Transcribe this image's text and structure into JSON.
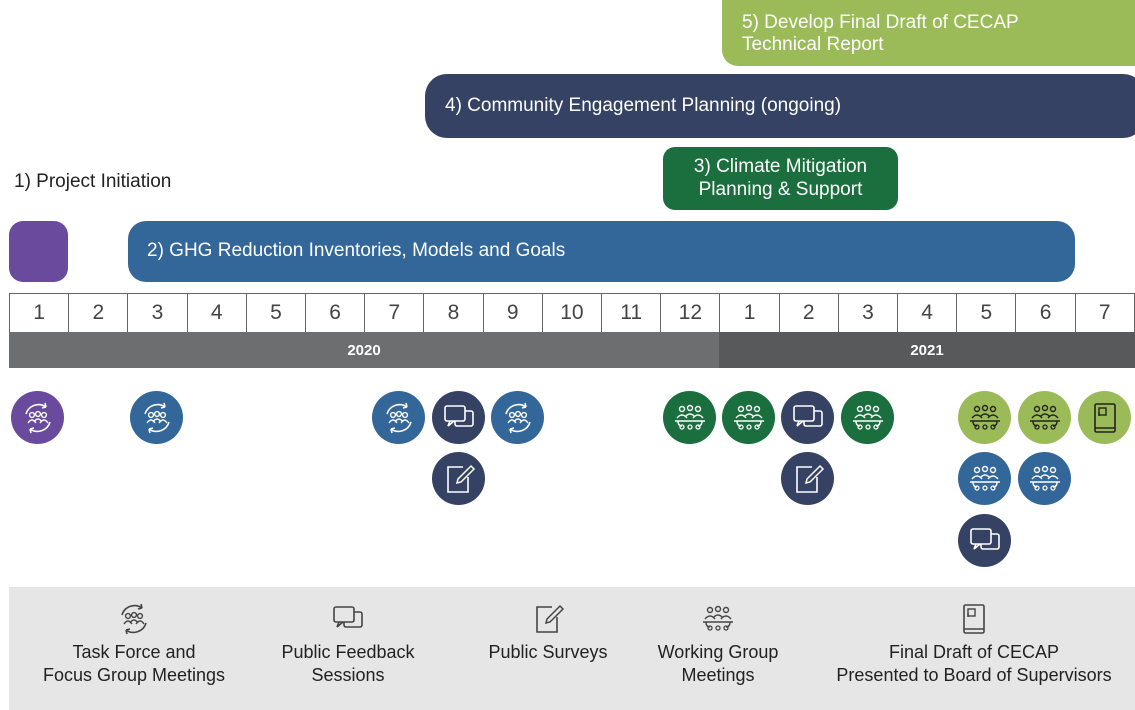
{
  "timeline_bars": {
    "phase1_label": "1) Project Initiation",
    "phase2_label": "2) GHG Reduction Inventories, Models and Goals",
    "phase3_label": "3) Climate Mitigation\nPlanning & Support",
    "phase4_label": "4) Community Engagement Planning (ongoing)",
    "phase5_label": "5) Develop Final Draft of CECAP\nTechnical Report"
  },
  "months": [
    "1",
    "2",
    "3",
    "4",
    "5",
    "6",
    "7",
    "8",
    "9",
    "10",
    "11",
    "12",
    "1",
    "2",
    "3",
    "4",
    "5",
    "6",
    "7"
  ],
  "years": {
    "y2020": "2020",
    "y2021": "2021"
  },
  "colors": {
    "purple": "#6a4a9c",
    "blue": "#336699",
    "dark_green": "#1b6e3d",
    "navy": "#354263",
    "light_green": "#9bbb59"
  },
  "legend": {
    "task_force": "Task Force and\nFocus Group Meetings",
    "public_feedback": "Public Feedback\nSessions",
    "public_surveys": "Public Surveys",
    "working_group": "Working Group\nMeetings",
    "final_draft": "Final Draft of CECAP\nPresented to Board of Supervisors"
  }
}
